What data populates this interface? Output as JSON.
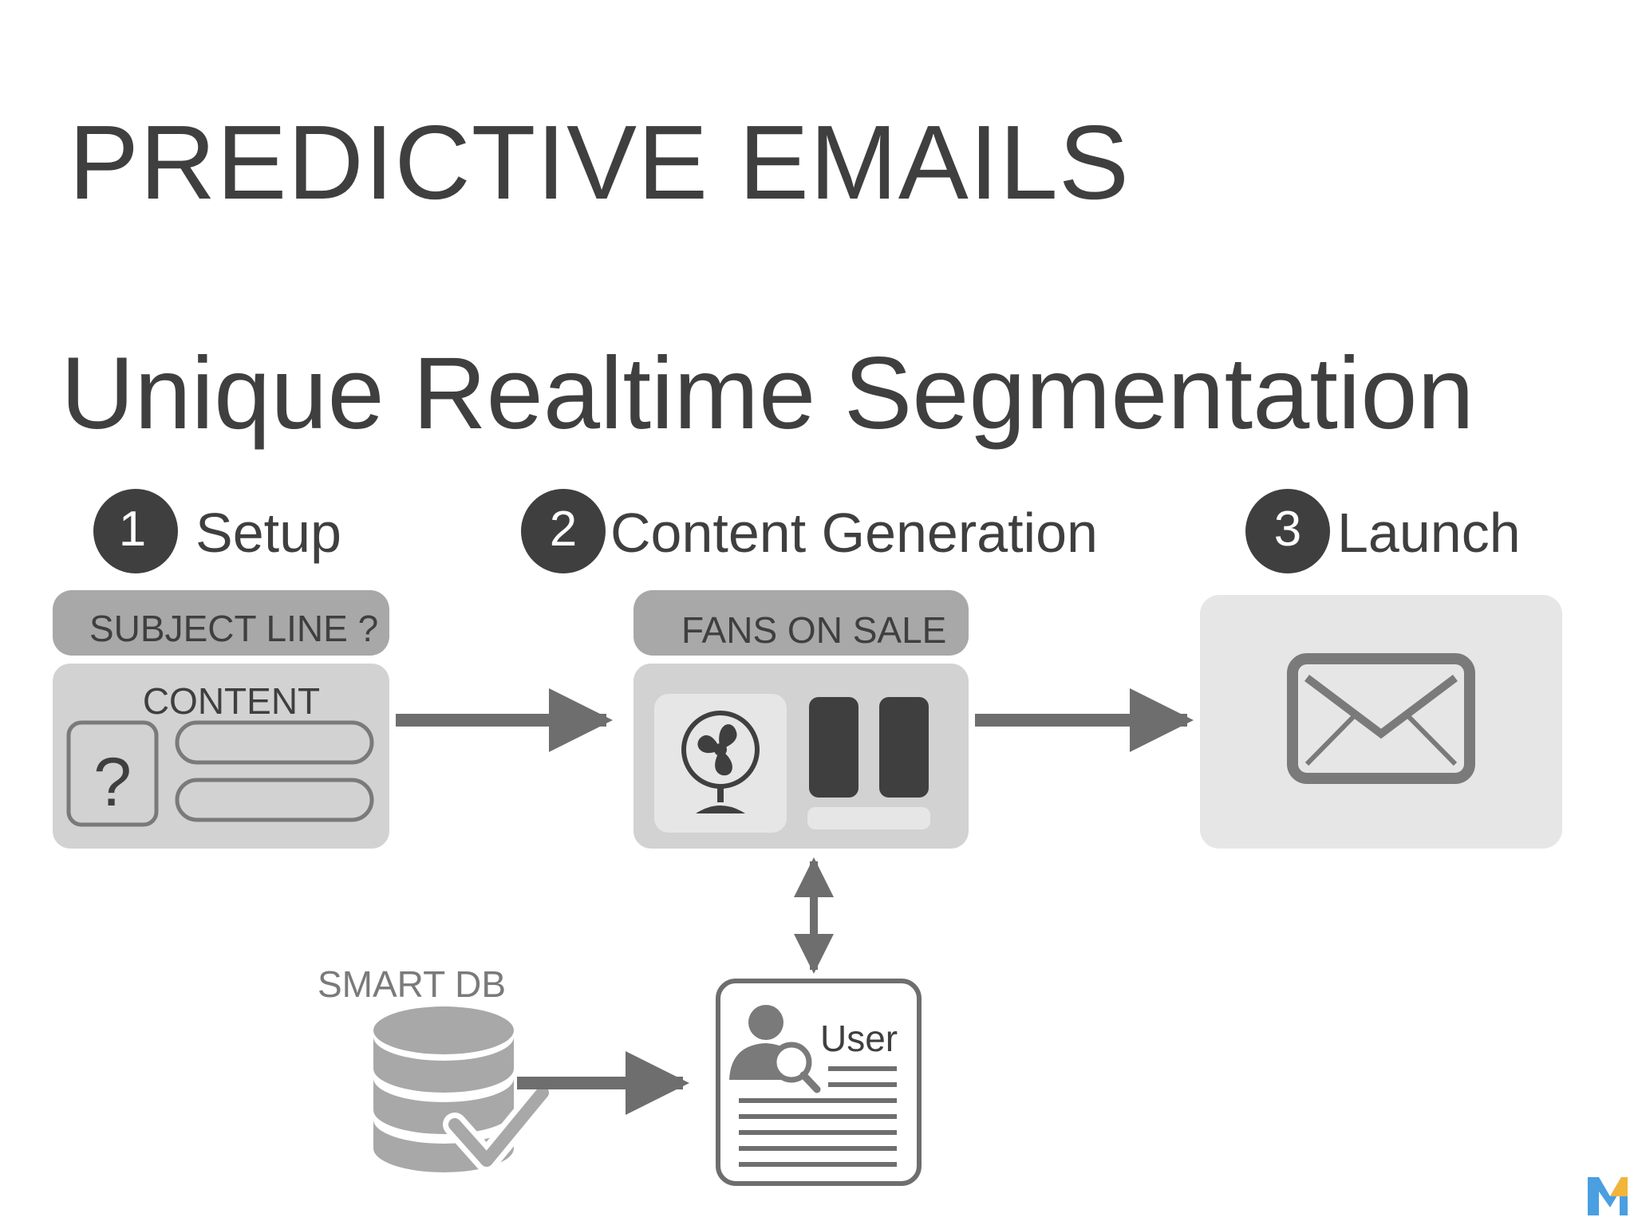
{
  "title": "PREDICTIVE EMAILS",
  "subtitle": "Unique Realtime Segmentation",
  "steps": [
    {
      "number": "1",
      "label": "Setup"
    },
    {
      "number": "2",
      "label": "Content Generation"
    },
    {
      "number": "3",
      "label": "Launch"
    }
  ],
  "setup_card": {
    "subject_label": "SUBJECT LINE ?",
    "content_label": "CONTENT",
    "placeholder_glyph": "?"
  },
  "content_card": {
    "subject_label": "FANS ON SALE"
  },
  "database": {
    "label": "SMART DB"
  },
  "user_card": {
    "label": "User"
  },
  "colors": {
    "dark": "#3f3f3f",
    "card": "#d2d2d2",
    "card_light": "#e6e6e6",
    "pill": "#a8a8a8",
    "arrow": "#6e6e6e",
    "logo_blue": "#4a9fe0",
    "logo_yellow": "#f2b43a"
  },
  "icons": [
    "fan-icon",
    "envelope-icon",
    "database-check-icon",
    "user-search-icon",
    "logo-icon"
  ]
}
